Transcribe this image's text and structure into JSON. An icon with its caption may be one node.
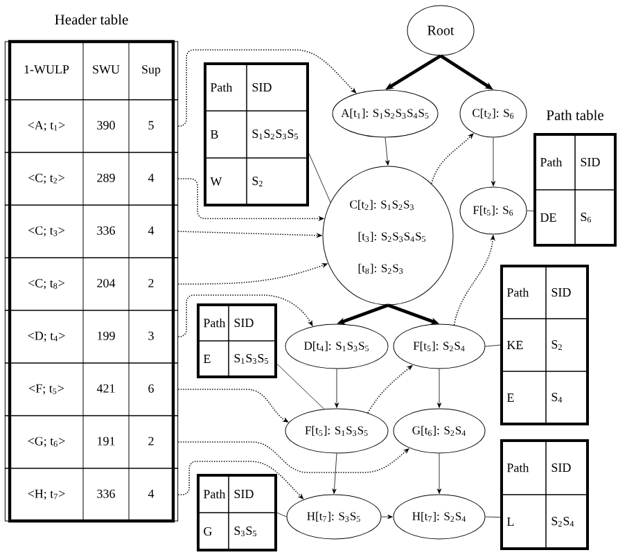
{
  "diagram": {
    "nodes": [
      {
        "text": [
          "Header table"
        ]
      },
      {
        "text": [
          "1-WULP",
          "SWU",
          "Sup"
        ],
        "in": 0
      },
      {
        "text": [
          "<A; t$_{1}$>",
          "390",
          "5"
        ],
        "in": 0
      },
      {
        "text": [
          "<C; t$_{2}$>",
          "289",
          "4"
        ],
        "in": 0
      },
      {
        "text": [
          "<C; t$_{3}$>",
          "336",
          "4"
        ],
        "in": 0
      },
      {
        "text": [
          "<C; t$_{8}$>",
          "204",
          "2"
        ],
        "in": 0
      },
      {
        "text": [
          "<D; t$_{4}$>",
          "199",
          "3"
        ],
        "in": 0
      },
      {
        "text": [
          "<F; t$_{5}$>",
          "421",
          "6"
        ],
        "in": 0
      },
      {
        "text": [
          "<G; t$_{6}$>",
          "191",
          "2"
        ],
        "in": 0
      },
      {
        "text": [
          "<H; t$_{7}$>",
          "336",
          "4"
        ],
        "in": 0
      },
      {
        "text": [
          "Root"
        ]
      },
      {
        "text": [
          "A[t$_{1}$]: S$_{1}$S$_{2}$S$_{3}$S$_{4}$S$_{5}$"
        ]
      },
      {
        "text": [
          "C[t$_{2}$]: S$_{6}$"
        ]
      },
      {
        "text": [
          "Path",
          "SID",
          "B",
          "S$_{1}$S$_{2}$S$_{3}$S$_{5}$",
          "W",
          "S$_{2}$"
        ]
      },
      {
        "text": [
          "C[t$_{2}$]: S$_{1}$S$_{2}$S$_{3}$",
          "[t$_{3}$]: S$_{2}$S$_{3}$S$_{4}$S$_{5}$",
          "[t$_{8}$]: S$_{2}$S$_{3}$"
        ]
      },
      {
        "text": [
          "F[t$_{5}$]: S$_{6}$"
        ]
      },
      {
        "text": [
          "Path table",
          "Path",
          "SID",
          "DE",
          "S$_{6}$"
        ]
      },
      {
        "text": [
          "Path",
          "SID",
          "E",
          "S$_{1}$S$_{3}$S$_{5}$"
        ]
      },
      {
        "text": [
          "D[t$_{4}$]: S$_{1}$S$_{3}$S$_{5}$"
        ]
      },
      {
        "text": [
          "F[t$_{5}$]: S$_{2}$S$_{4}$"
        ]
      },
      {
        "text": [
          "Path",
          "SID",
          "KE",
          "S$_{2}$",
          "E",
          "S$_{4}$"
        ]
      },
      {
        "text": [
          "F[t$_{5}$]: S$_{1}$S$_{3}$S$_{5}$"
        ]
      },
      {
        "text": [
          "G[t$_{6}$]: S$_{2}$S$_{4}$"
        ]
      },
      {
        "text": [
          "Path",
          "SID",
          "G",
          "S$_{3}$S$_{5}$"
        ]
      },
      {
        "text": [
          "H[t$_{7}$]: S$_{3}$S$_{5}$"
        ]
      },
      {
        "text": [
          "H[t$_{7}$]: S$_{2}$S$_{4}$"
        ]
      },
      {
        "text": [
          "Path",
          "SID",
          "L",
          "S$_{2}$S$_{4}$"
        ]
      }
    ],
    "edges": [
      {
        "from": 10,
        "to": 11,
        "arrow": "to",
        "style": "thick"
      },
      {
        "from": 10,
        "to": 12,
        "arrow": "to",
        "style": "thick"
      },
      {
        "from": 11,
        "to": 14,
        "arrow": "to"
      },
      {
        "from": 12,
        "to": 15,
        "arrow": "to"
      },
      {
        "from": 14,
        "to": 18,
        "arrow": "to",
        "style": "thick"
      },
      {
        "from": 14,
        "to": 19,
        "arrow": "to",
        "style": "thick"
      },
      {
        "from": 18,
        "to": 21,
        "arrow": "to"
      },
      {
        "from": 19,
        "to": 22,
        "arrow": "to"
      },
      {
        "from": 21,
        "to": 24,
        "arrow": "to"
      },
      {
        "from": 22,
        "to": 25,
        "arrow": "to"
      },
      {
        "from": 24,
        "to": 25,
        "arrow": "to"
      },
      {
        "from": 2,
        "to": 11,
        "arrow": "to",
        "style": "dashed"
      },
      {
        "from": 3,
        "to": 14,
        "arrow": "to",
        "style": "dashed"
      },
      {
        "from": 4,
        "to": 14,
        "arrow": "to",
        "style": "dashed"
      },
      {
        "from": 5,
        "to": 14,
        "arrow": "to",
        "style": "dashed"
      },
      {
        "from": 6,
        "to": 18,
        "arrow": "to",
        "style": "dashed"
      },
      {
        "from": 7,
        "to": 21,
        "arrow": "to",
        "style": "dashed"
      },
      {
        "from": 8,
        "to": 22,
        "arrow": "to",
        "style": "dashed"
      },
      {
        "from": 9,
        "to": 24,
        "arrow": "to",
        "style": "dashed"
      },
      {
        "from": 14,
        "to": 12,
        "arrow": "to",
        "style": "dashed"
      },
      {
        "from": 21,
        "to": 19,
        "arrow": "to",
        "style": "dashed"
      },
      {
        "from": 19,
        "to": 15,
        "arrow": "to",
        "style": "dashed"
      },
      {
        "from": 13,
        "to": 14,
        "arrow": "none"
      },
      {
        "from": 15,
        "to": 16,
        "arrow": "none"
      },
      {
        "from": 17,
        "to": 21,
        "arrow": "none"
      },
      {
        "from": 19,
        "to": 20,
        "arrow": "none"
      },
      {
        "from": 23,
        "to": 24,
        "arrow": "none"
      },
      {
        "from": 25,
        "to": 26,
        "arrow": "none"
      }
    ]
  }
}
